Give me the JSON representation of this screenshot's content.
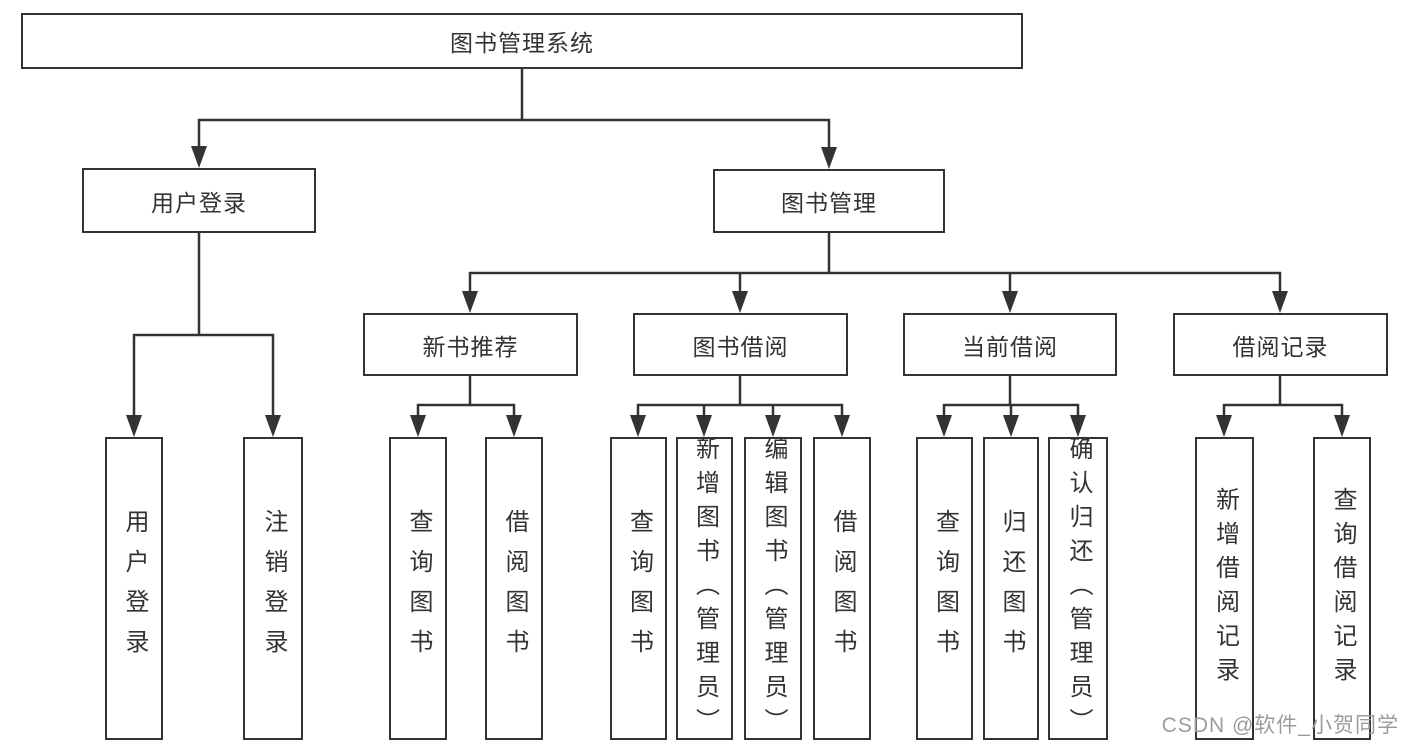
{
  "nodes": {
    "root": "图书管理系统",
    "l2": [
      "用户登录",
      "图书管理"
    ],
    "l3": [
      "新书推荐",
      "图书借阅",
      "当前借阅",
      "借阅记录"
    ],
    "l4": [
      "用户登录",
      "注销登录",
      "查询图书",
      "借阅图书",
      "查询图书",
      "新增图书（管理员）",
      "编辑图书（管理员）",
      "借阅图书",
      "查询图书",
      "归还图书",
      "确认归还（管理员）",
      "新增借阅记录",
      "查询借阅记录"
    ]
  },
  "watermark": "CSDN @软件_小贺同学",
  "colors": {
    "line": "#333333",
    "text": "#333333",
    "box_fill": "#ffffff",
    "watermark": "#9c9c9c",
    "background": "#ffffff"
  }
}
